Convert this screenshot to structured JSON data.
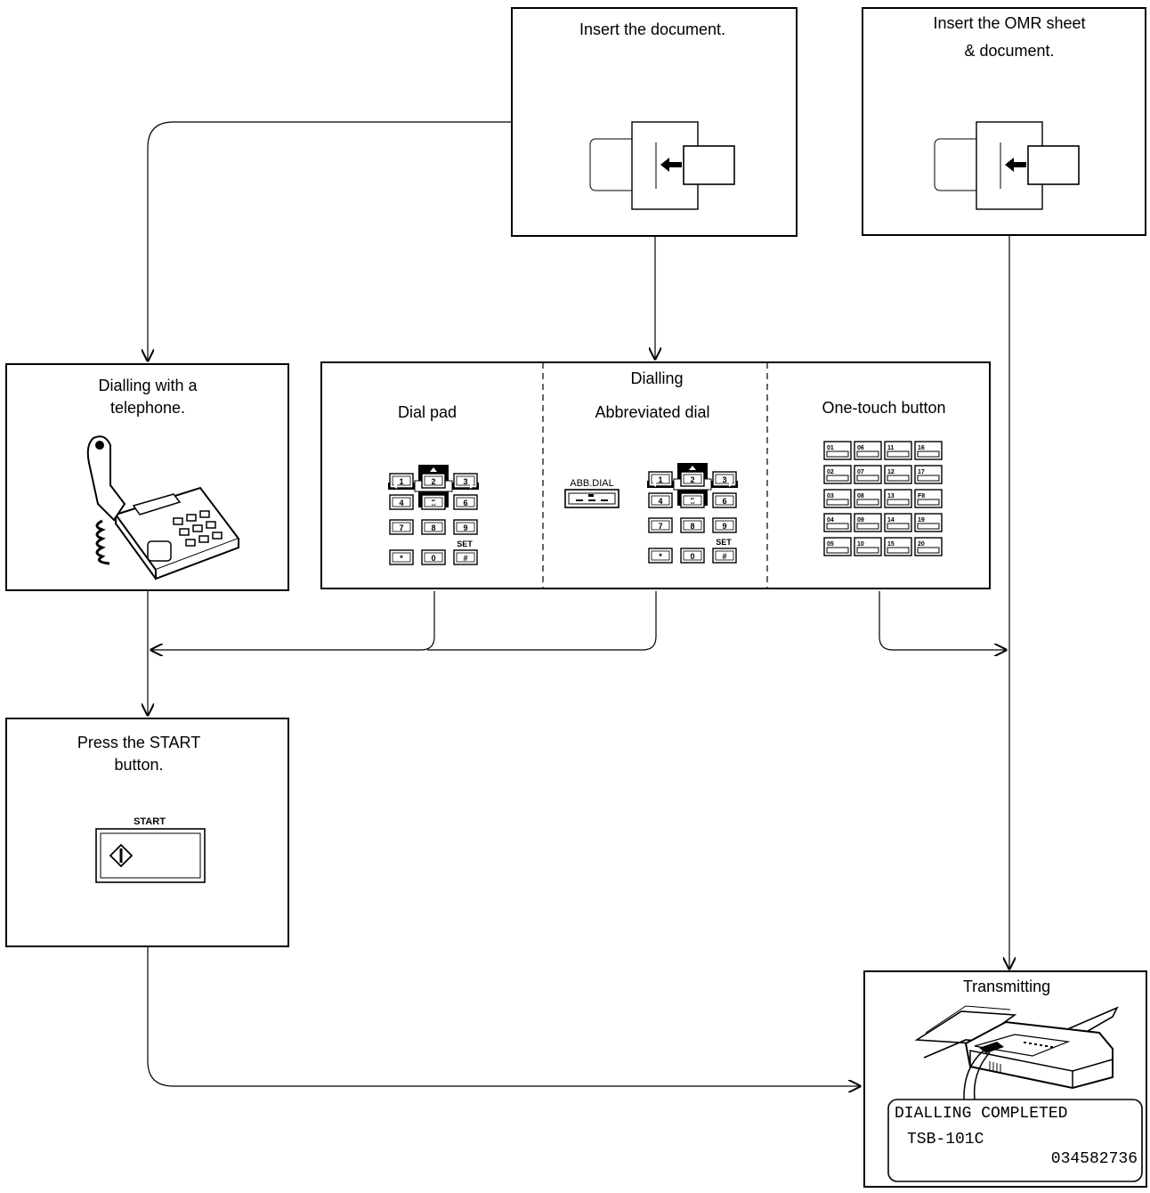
{
  "steps": {
    "insert_document": "Insert the document.",
    "insert_omr_line1": "Insert the OMR sheet",
    "insert_omr_line2": "& document.",
    "telephone_line1": "Dialling with a",
    "telephone_line2": "telephone.",
    "dialling_title": "Dialling",
    "dial_pad": "Dial pad",
    "abbreviated_dial": "Abbreviated dial",
    "one_touch": "One-touch button",
    "start_line1": "Press the START",
    "start_line2": "button.",
    "start_key_label": "START",
    "transmitting": "Transmitting"
  },
  "abb_dial_label": "ABB.DIAL",
  "keypad": {
    "keys": [
      "1",
      "2",
      "3",
      "4",
      "5",
      "6",
      "7",
      "8",
      "9",
      "*",
      "0",
      "#"
    ],
    "set_label": "SET"
  },
  "one_touch_buttons": [
    "01",
    "06",
    "11",
    "16",
    "02",
    "07",
    "12",
    "17",
    "03",
    "08",
    "13",
    "F8",
    "04",
    "09",
    "14",
    "19",
    "05",
    "10",
    "15",
    "20"
  ],
  "display": {
    "line1": "DIALLING COMPLETED",
    "line2": "TSB-101C",
    "line3": "034582736"
  }
}
